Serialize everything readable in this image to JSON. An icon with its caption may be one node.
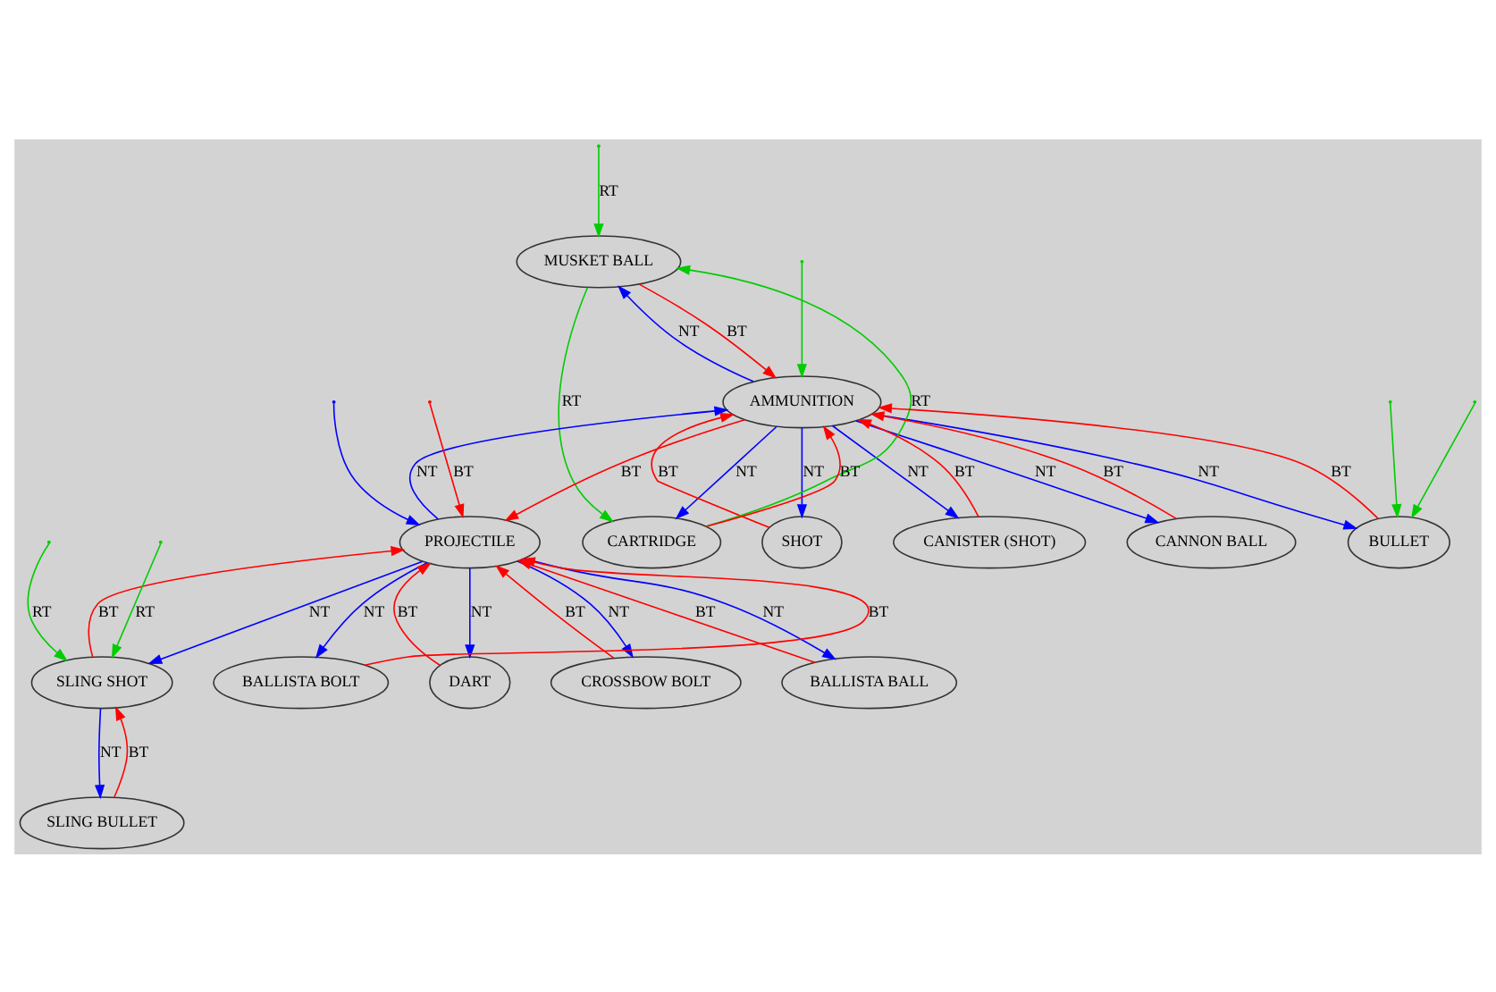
{
  "diagram": {
    "nodes": [
      {
        "text": [
          "MUSKET BALL"
        ]
      },
      {
        "text": [
          "AMMUNITION"
        ]
      },
      {
        "text": [
          "PROJECTILE"
        ]
      },
      {
        "text": [
          "SHOT"
        ]
      },
      {
        "text": [
          "CARTRIDGE"
        ]
      },
      {
        "text": [
          "CANISTER (SHOT)"
        ]
      },
      {
        "text": [
          "CANNON BALL"
        ]
      },
      {
        "text": [
          "BULLET"
        ]
      },
      {
        "text": [
          "SLING SHOT"
        ]
      },
      {
        "text": [
          "DART"
        ]
      },
      {
        "text": [
          "CROSSBOW BOLT"
        ]
      },
      {
        "text": [
          "BALLISTA BALL"
        ]
      },
      {
        "text": [
          "BALLISTA BOLT"
        ]
      },
      {
        "text": [
          "SLING BULLET"
        ]
      }
    ],
    "edges": [
      {
        "from": 1,
        "to": 0,
        "arrow": "to",
        "label": "NT",
        "color": "#0000ff"
      },
      {
        "from": 0,
        "to": 1,
        "arrow": "to",
        "label": "BT",
        "color": "#ff0000"
      },
      {
        "from": 4,
        "to": 0,
        "arrow": "to",
        "label": "RT",
        "color": "#00cc00"
      },
      {
        "from": 0,
        "to": 4,
        "arrow": "to",
        "label": "RT",
        "color": "#00cc00"
      },
      {
        "from": null,
        "to": 0,
        "arrow": "to",
        "label": "RT",
        "color": "#00cc00"
      },
      {
        "from": 2,
        "to": 1,
        "arrow": "to",
        "label": "NT",
        "color": "#0000ff"
      },
      {
        "from": 1,
        "to": 2,
        "arrow": "to",
        "label": "BT",
        "color": "#ff0000"
      },
      {
        "from": null,
        "to": 1,
        "arrow": "to",
        "color": "#00cc00"
      },
      {
        "from": 1,
        "to": 3,
        "arrow": "to",
        "label": "NT",
        "color": "#0000ff"
      },
      {
        "from": 3,
        "to": 1,
        "arrow": "to",
        "label": "BT",
        "color": "#ff0000"
      },
      {
        "from": 4,
        "to": 1,
        "arrow": "to",
        "label": "BT",
        "color": "#ff0000"
      },
      {
        "from": 1,
        "to": 4,
        "arrow": "to",
        "label": "NT",
        "color": "#0000ff"
      },
      {
        "from": 1,
        "to": 5,
        "arrow": "to",
        "label": "NT",
        "color": "#0000ff"
      },
      {
        "from": 5,
        "to": 1,
        "arrow": "to",
        "label": "BT",
        "color": "#ff0000"
      },
      {
        "from": 1,
        "to": 6,
        "arrow": "to",
        "label": "NT",
        "color": "#0000ff"
      },
      {
        "from": 6,
        "to": 1,
        "arrow": "to",
        "label": "BT",
        "color": "#ff0000"
      },
      {
        "from": 7,
        "to": 1,
        "arrow": "to",
        "label": "BT",
        "color": "#ff0000"
      },
      {
        "from": 1,
        "to": 7,
        "arrow": "to",
        "label": "NT",
        "color": "#0000ff"
      },
      {
        "from": null,
        "to": 7,
        "arrow": "to",
        "color": "#00cc00"
      },
      {
        "from": null,
        "to": 7,
        "arrow": "to",
        "color": "#00cc00"
      },
      {
        "from": 8,
        "to": 2,
        "arrow": "to",
        "label": "BT",
        "color": "#ff0000"
      },
      {
        "from": 2,
        "to": 8,
        "arrow": "to",
        "label": "NT",
        "color": "#0000ff"
      },
      {
        "from": 9,
        "to": 2,
        "arrow": "to",
        "label": "BT",
        "color": "#ff0000"
      },
      {
        "from": 2,
        "to": 9,
        "arrow": "to",
        "label": "NT",
        "color": "#0000ff"
      },
      {
        "from": 10,
        "to": 2,
        "arrow": "to",
        "label": "BT",
        "color": "#ff0000"
      },
      {
        "from": 2,
        "to": 10,
        "arrow": "to",
        "label": "NT",
        "color": "#0000ff"
      },
      {
        "from": 11,
        "to": 2,
        "arrow": "to",
        "label": "BT",
        "color": "#ff0000"
      },
      {
        "from": 2,
        "to": 11,
        "arrow": "to",
        "label": "NT",
        "color": "#0000ff"
      },
      {
        "from": 12,
        "to": 2,
        "arrow": "to",
        "label": "BT",
        "color": "#ff0000"
      },
      {
        "from": 2,
        "to": 12,
        "arrow": "to",
        "label": "NT",
        "color": "#0000ff"
      },
      {
        "from": null,
        "to": 2,
        "arrow": "to",
        "color": "#0000ff"
      },
      {
        "from": null,
        "to": 2,
        "arrow": "to",
        "label": "BT",
        "color": "#ff0000"
      },
      {
        "from": 8,
        "to": 13,
        "arrow": "to",
        "label": "NT",
        "color": "#0000ff"
      },
      {
        "from": 13,
        "to": 8,
        "arrow": "to",
        "label": "BT",
        "color": "#ff0000"
      },
      {
        "from": null,
        "to": 8,
        "arrow": "to",
        "label": "RT",
        "color": "#00cc00"
      },
      {
        "from": null,
        "to": 8,
        "arrow": "to",
        "label": "RT",
        "color": "#00cc00"
      }
    ]
  }
}
